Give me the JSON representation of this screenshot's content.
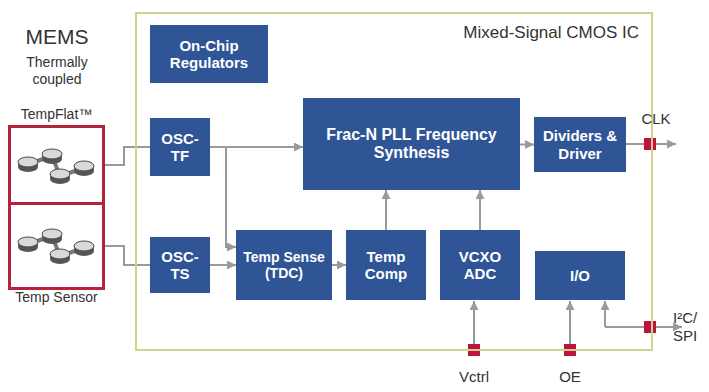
{
  "diagram": {
    "nodes": [
      {
        "text": [
          "TempFlat™"
        ]
      },
      {
        "text": [
          "Temp Sensor"
        ]
      },
      {
        "text": [
          "Mixed-Signal CMOS IC"
        ]
      },
      {
        "text": [
          "On-Chip Regulators"
        ],
        "in": 2
      },
      {
        "text": [
          "OSC-TF"
        ],
        "in": 2
      },
      {
        "text": [
          "Frac-N PLL Frequency Synthesis"
        ],
        "in": 2
      },
      {
        "text": [
          "Dividers & Driver"
        ],
        "in": 2
      },
      {
        "text": [
          "OSC-TS"
        ],
        "in": 2
      },
      {
        "text": [
          "Temp Sense (TDC)"
        ],
        "in": 2
      },
      {
        "text": [
          "Temp Comp"
        ],
        "in": 2
      },
      {
        "text": [
          "VCXO ADC"
        ],
        "in": 2
      },
      {
        "text": [
          "I/O"
        ],
        "in": 2
      }
    ],
    "edges": [
      {
        "from": 0,
        "to": 4,
        "arrow": "none"
      },
      {
        "from": 1,
        "to": 7,
        "arrow": "none"
      },
      {
        "from": 4,
        "to": 5,
        "arrow": "to"
      },
      {
        "from": 4,
        "to": 8,
        "arrow": "to"
      },
      {
        "from": 7,
        "to": 8,
        "arrow": "to"
      },
      {
        "from": 8,
        "to": 9,
        "arrow": "to"
      },
      {
        "from": 9,
        "to": 5,
        "arrow": "to"
      },
      {
        "from": 10,
        "to": 5,
        "arrow": "to"
      },
      {
        "from": 5,
        "to": 6,
        "arrow": "to"
      }
    ],
    "labels": [
      "MEMS",
      "Thermally coupled",
      "CLK",
      "I²C/ SPI",
      "Vctrl",
      "OE"
    ]
  }
}
